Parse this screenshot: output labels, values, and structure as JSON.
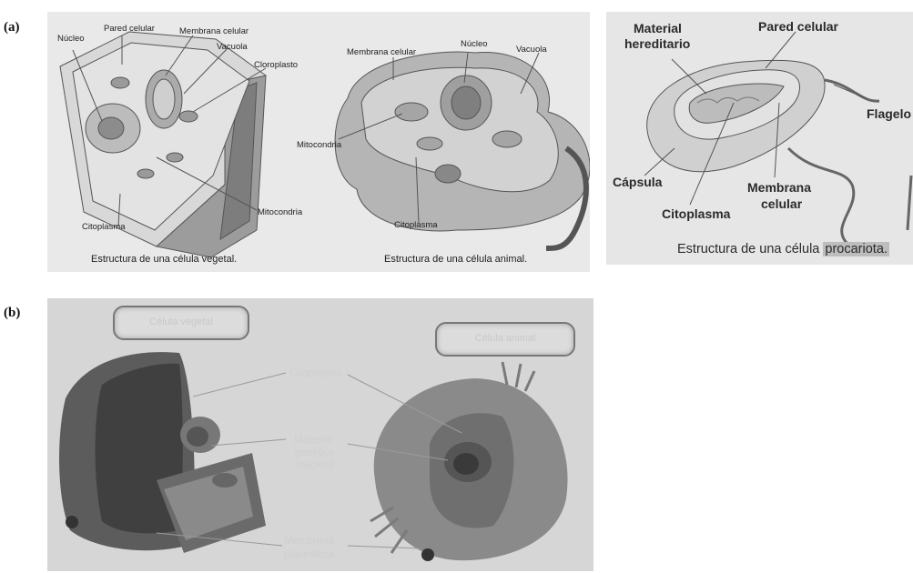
{
  "panel_a": {
    "label": "(a)",
    "plant": {
      "labels": {
        "nucleo": "Núcleo",
        "pared": "Pared celular",
        "membrana": "Membrana celular",
        "vacuola": "Vacuola",
        "cloroplasto": "Cloroplasto",
        "mitocondria": "Mitocondria",
        "citoplasma": "Citoplasma"
      },
      "caption": "Estructura de una célula vegetal."
    },
    "animal": {
      "labels": {
        "membrana": "Membrana celular",
        "nucleo": "Núcleo",
        "vacuola": "Vacuola",
        "mitocondria": "Mitocondria",
        "citoplasma": "Citoplasma"
      },
      "caption": "Estructura de una célula animal."
    },
    "prokaryote": {
      "labels": {
        "material_1": "Material",
        "material_2": "hereditario",
        "pared": "Pared celular",
        "flagelo": "Flagelo",
        "capsula": "Cápsula",
        "membrana_1": "Membrana",
        "membrana_2": "celular",
        "citoplasma": "Citoplasma"
      },
      "caption_prefix": "Estructura de una célula ",
      "caption_highlight": "procariota."
    }
  },
  "panel_b": {
    "label": "(b)",
    "box_vegetal": "Célula vegetal",
    "box_animal": "Célula animal",
    "citoplasma": "Citoplasma",
    "material_1": "Material",
    "material_2": "genético",
    "material_3": "(núcleo)",
    "membrana_1": "Membrana",
    "membrana_2": "plasmática"
  }
}
